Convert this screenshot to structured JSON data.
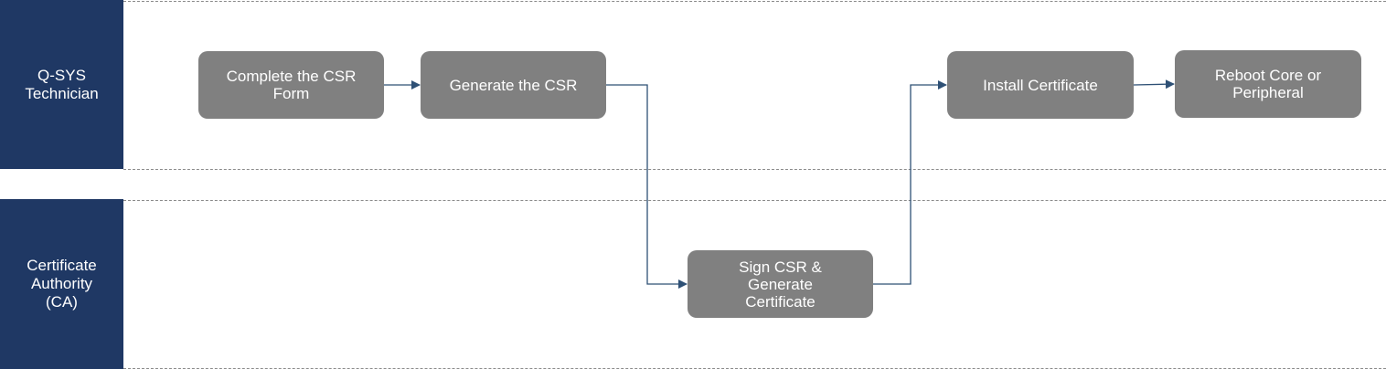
{
  "lanes": [
    {
      "id": "technician",
      "label": "Q-SYS\nTechnician"
    },
    {
      "id": "ca",
      "label": "Certificate\nAuthority\n(CA)"
    }
  ],
  "steps": {
    "complete_form": "Complete the CSR\nForm",
    "generate_csr": "Generate the CSR",
    "sign_csr": "Sign CSR &\nGenerate\nCertificate",
    "install_cert": "Install Certificate",
    "reboot": "Reboot Core or\nPeripheral"
  },
  "colors": {
    "lane_header": "#1f3864",
    "step_box": "#808080",
    "connector": "#2e5075",
    "dash": "#8a8a8a"
  }
}
